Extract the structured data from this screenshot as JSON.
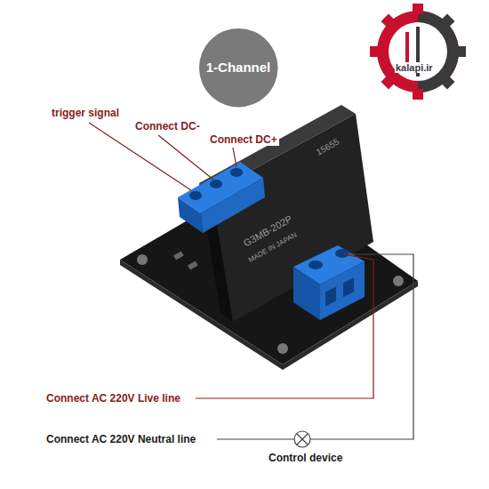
{
  "diagram": {
    "nodes": [
      {
        "text": [
          "1-Channel"
        ]
      }
    ],
    "labels": [
      "kalapi.ir",
      "trigger signal",
      "Connect DC-",
      "Connect DC+",
      "G3MB-202P",
      "MADE IN JAPAN",
      "15655",
      "Connect AC 220V Live line",
      "Connect AC 220V Neutral line",
      "Control device"
    ]
  }
}
